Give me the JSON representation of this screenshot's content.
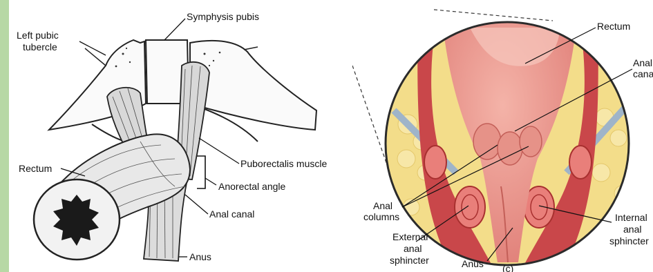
{
  "left_figure": {
    "labels": {
      "left_pubic_tubercle": [
        "Left pubic",
        "tubercle"
      ],
      "symphysis_pubis": "Symphysis pubis",
      "rectum": "Rectum",
      "puborectalis_muscle": "Puborectalis muscle",
      "anorectal_angle": "Anorectal angle",
      "anal_canal": "Anal canal",
      "anus": "Anus"
    }
  },
  "right_figure": {
    "labels": {
      "rectum": "Rectum",
      "anal_canal": [
        "Anal",
        "canal"
      ],
      "anal_columns": [
        "Anal",
        "columns"
      ],
      "external_anal_sphincter": [
        "External",
        "anal",
        "sphincter"
      ],
      "anus": "Anus",
      "internal_anal_sphincter": [
        "Internal",
        "anal",
        "sphincter"
      ],
      "panel_letter": "(c)"
    }
  },
  "colors": {
    "side_bar": "#b7d8a5",
    "tissue_pink": "#e9968e",
    "fat_yellow": "#f3dd8a",
    "muscle_red": "#c9474a"
  }
}
